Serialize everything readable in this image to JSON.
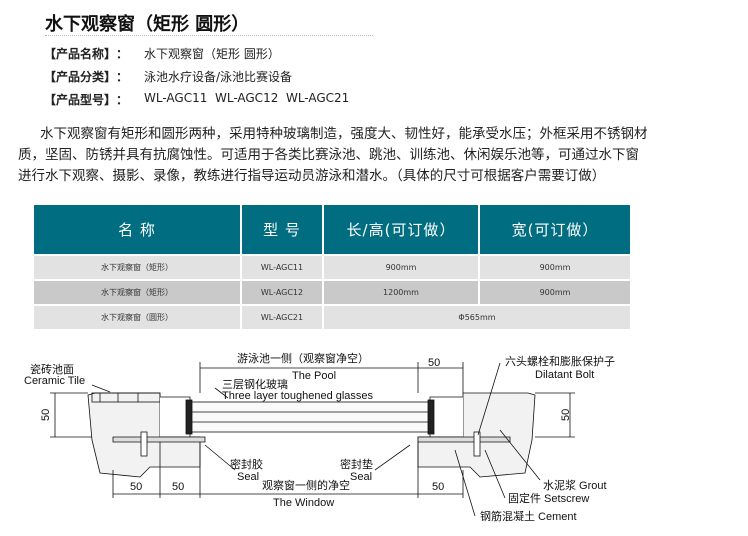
{
  "title": "水下观察窗（矩形 圆形）",
  "fields": [
    {
      "label": "【产品名称】",
      "colon": "：",
      "value": "水下观察窗（矩形 圆形）"
    },
    {
      "label": "【产品分类】",
      "colon": "：",
      "value": "泳池水疗设备/泳池比赛设备"
    },
    {
      "label": "【产品型号】",
      "colon": "：",
      "value": "WL-AGC11  WL-AGC12  WL-AGC21"
    }
  ],
  "description": "水下观察窗有矩形和圆形两种，采用特种玻璃制造，强度大、韧性好，能承受水压；外框采用不锈钢材质，坚固、防锈并具有抗腐蚀性。可适用于各类比赛泳池、跳池、训练池、休闲娱乐池等，可通过水下窗进行水下观察、摄影、录像，教练进行指导运动员游泳和潜水。（具体的尺寸可根据客户需要订做）",
  "table": {
    "headers": [
      "名 称",
      "型 号",
      "长/高(可订做）",
      "宽(可订做）"
    ],
    "rows": [
      [
        "水下观察窗（矩形）",
        "WL-AGC11",
        "900mm",
        "900mm"
      ],
      [
        "水下观察窗（矩形）",
        "WL-AGC12",
        "1200mm",
        "900mm"
      ],
      [
        "水下观察窗（圆形）",
        "WL-AGC21",
        "Φ565mm"
      ]
    ]
  },
  "diagram": {
    "pool_side_cn": "游泳池一侧（观察窗净空）",
    "pool_side_en": "The Pool",
    "tile_cn": "瓷砖池面",
    "tile_en": "Ceramic Tile",
    "glass_cn": "三层钢化玻璃",
    "glass_en": "Three layer toughened glasses",
    "bolt_cn": "六头螺栓和膨胀保护子",
    "bolt_en": "Dilatant Bolt",
    "seal1_cn": "密封胶",
    "seal1_en": "Seal",
    "seal2_cn": "密封垫",
    "seal2_en": "Seal",
    "window_cn": "观察窗一侧的净空",
    "window_en": "The Window",
    "grout": "水泥浆 Grout",
    "setscrew": "固定件 Setscrew",
    "cement": "钢筋混凝土 Cement",
    "dim": "50"
  }
}
